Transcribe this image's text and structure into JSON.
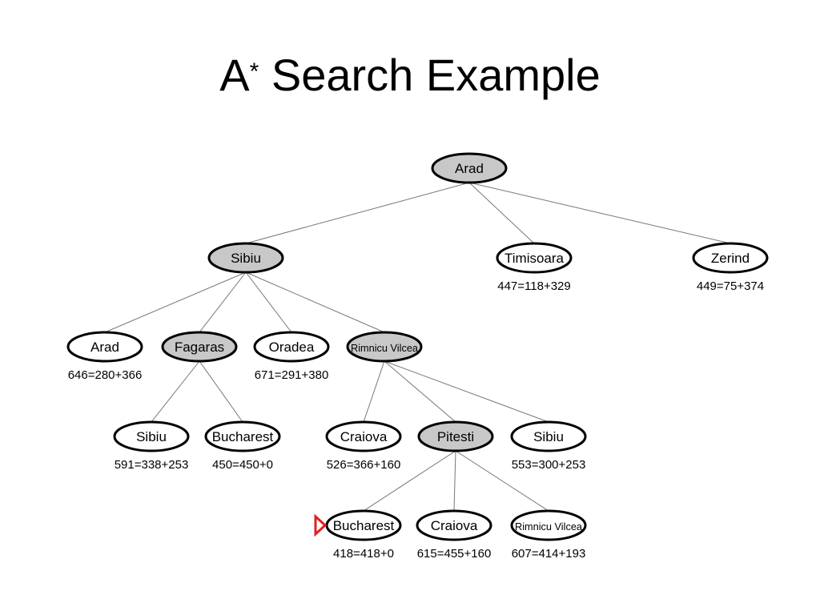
{
  "slide": {
    "title_main": "A",
    "title_sup": "*",
    "title_rest": " Search Example"
  },
  "colors": {
    "expanded_fill": "#c8c8c8",
    "frontier_fill": "#ffffff",
    "marker": "#e02020"
  },
  "tree": {
    "nodes": [
      {
        "id": "arad-root",
        "label": "Arad",
        "expanded": true
      },
      {
        "id": "sibiu",
        "label": "Sibiu",
        "expanded": true
      },
      {
        "id": "timisoara",
        "label": "Timisoara",
        "expanded": false,
        "score": "447=118+329"
      },
      {
        "id": "zerind",
        "label": "Zerind",
        "expanded": false,
        "score": "449=75+374"
      },
      {
        "id": "arad-2",
        "label": "Arad",
        "expanded": false,
        "score": "646=280+366"
      },
      {
        "id": "fagaras",
        "label": "Fagaras",
        "expanded": true
      },
      {
        "id": "oradea",
        "label": "Oradea",
        "expanded": false,
        "score": "671=291+380"
      },
      {
        "id": "rimnicu-1",
        "label": "Rimnicu Vilcea",
        "expanded": true
      },
      {
        "id": "sibiu-2",
        "label": "Sibiu",
        "expanded": false,
        "score": "591=338+253"
      },
      {
        "id": "bucharest-1",
        "label": "Bucharest",
        "expanded": false,
        "score": "450=450+0"
      },
      {
        "id": "craiova-1",
        "label": "Craiova",
        "expanded": false,
        "score": "526=366+160"
      },
      {
        "id": "pitesti",
        "label": "Pitesti",
        "expanded": true
      },
      {
        "id": "sibiu-3",
        "label": "Sibiu",
        "expanded": false,
        "score": "553=300+253"
      },
      {
        "id": "bucharest-2",
        "label": "Bucharest",
        "expanded": false,
        "score": "418=418+0",
        "selected": true
      },
      {
        "id": "craiova-2",
        "label": "Craiova",
        "expanded": false,
        "score": "615=455+160"
      },
      {
        "id": "rimnicu-2",
        "label": "Rimnicu Vilcea",
        "expanded": false,
        "score": "607=414+193"
      }
    ],
    "edges": [
      [
        "arad-root",
        "sibiu"
      ],
      [
        "arad-root",
        "timisoara"
      ],
      [
        "arad-root",
        "zerind"
      ],
      [
        "sibiu",
        "arad-2"
      ],
      [
        "sibiu",
        "fagaras"
      ],
      [
        "sibiu",
        "oradea"
      ],
      [
        "sibiu",
        "rimnicu-1"
      ],
      [
        "fagaras",
        "sibiu-2"
      ],
      [
        "fagaras",
        "bucharest-1"
      ],
      [
        "rimnicu-1",
        "craiova-1"
      ],
      [
        "rimnicu-1",
        "pitesti"
      ],
      [
        "rimnicu-1",
        "sibiu-3"
      ],
      [
        "pitesti",
        "bucharest-2"
      ],
      [
        "pitesti",
        "craiova-2"
      ],
      [
        "pitesti",
        "rimnicu-2"
      ]
    ]
  }
}
